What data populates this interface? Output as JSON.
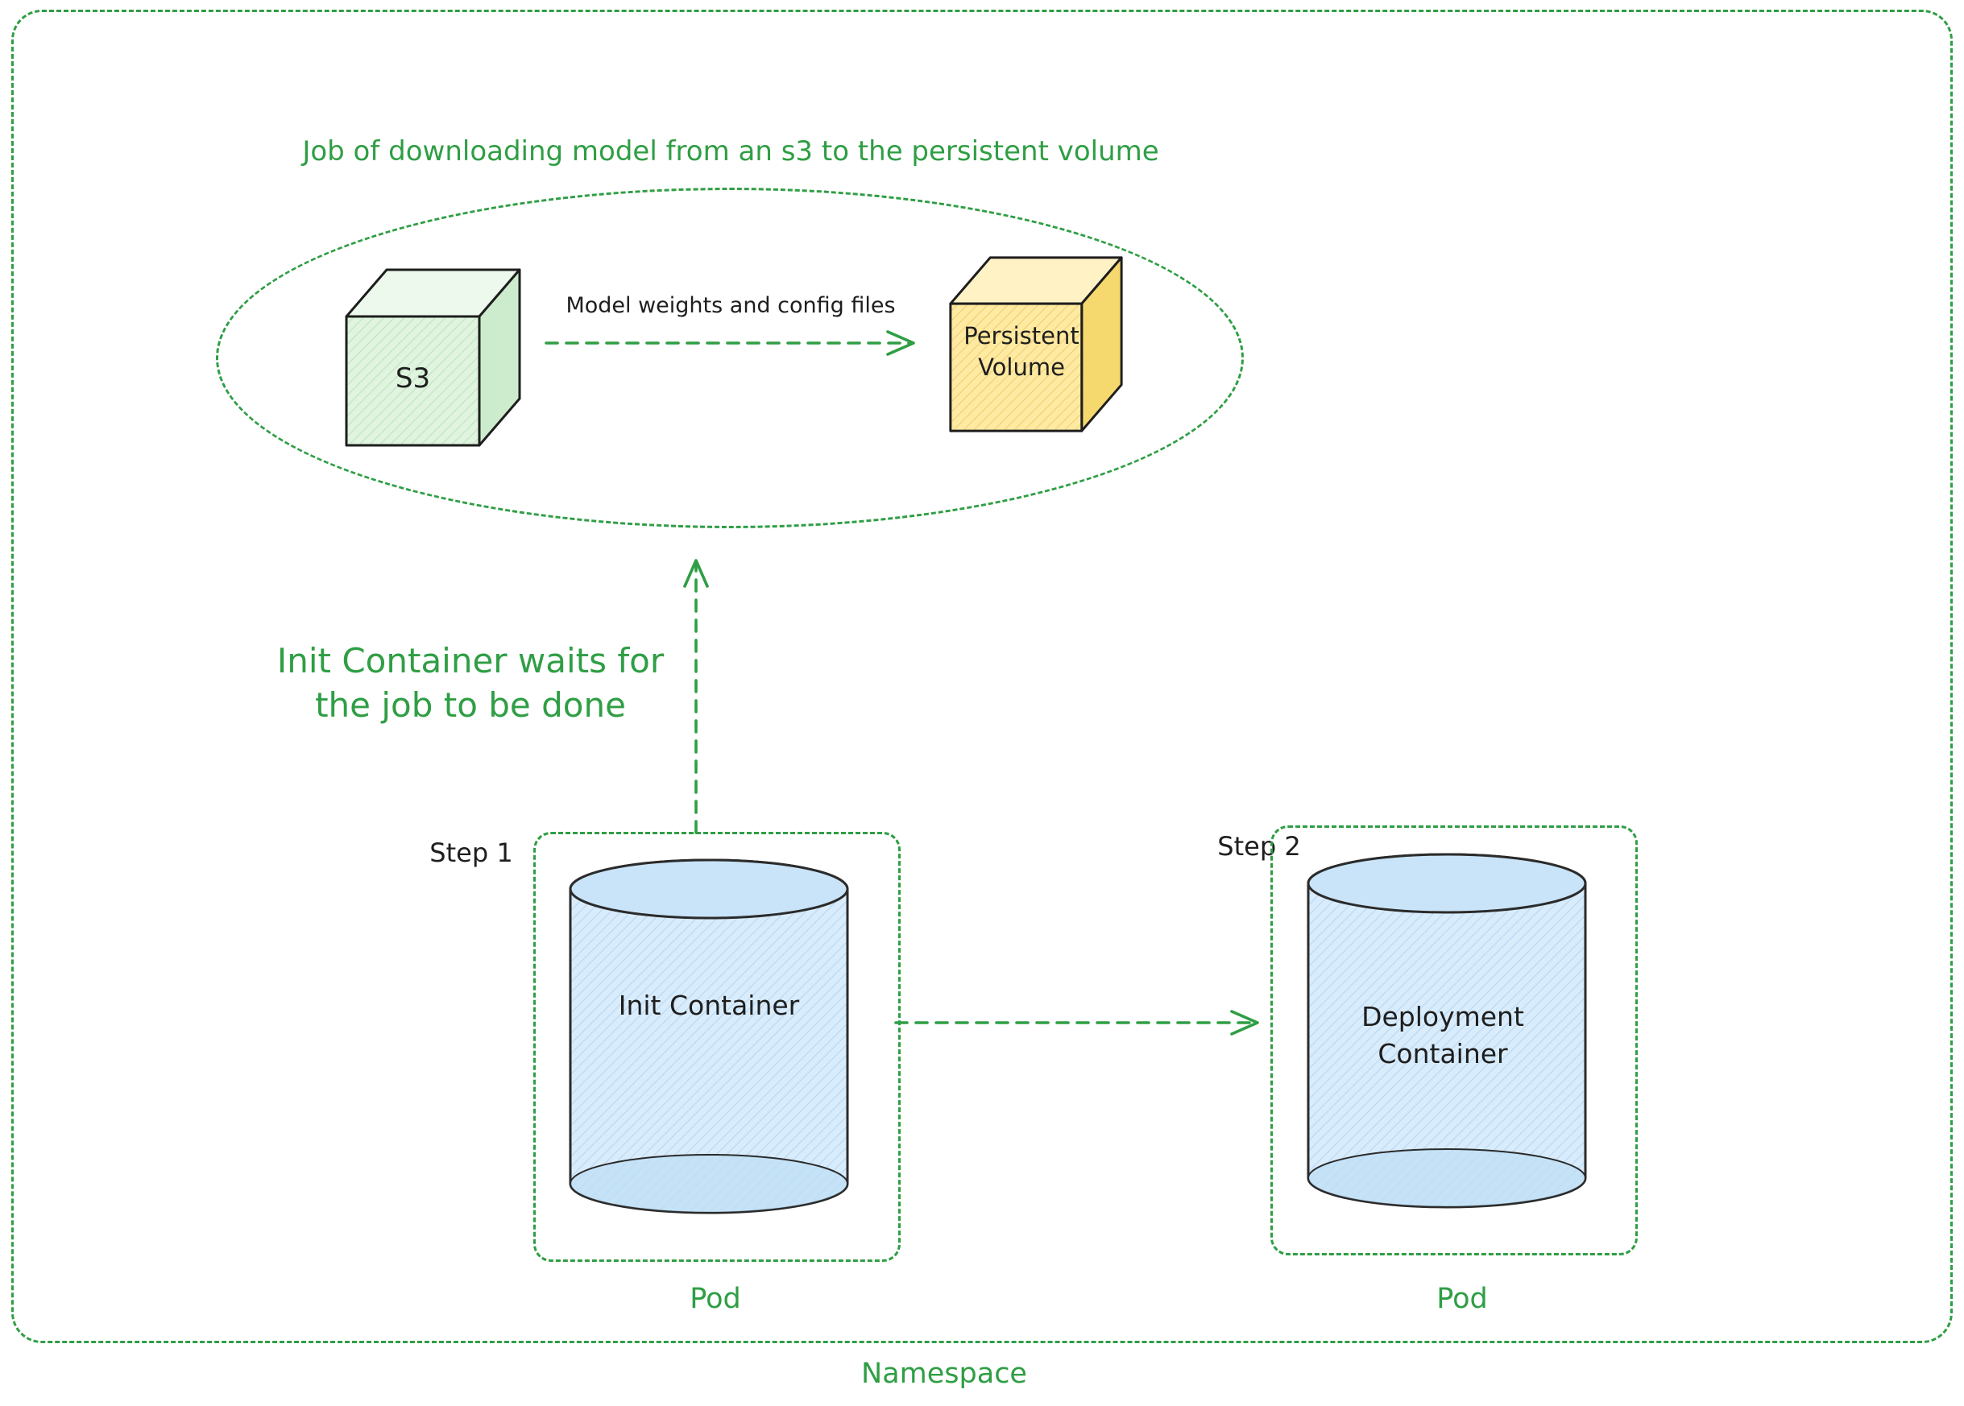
{
  "colors": {
    "accent_green": "#2f9e44",
    "ink": "#1e1e1e",
    "s3_cube_fill": "#e0f4e0",
    "persistent_volume_fill": "#ffeaa2",
    "cylinder_fill": "#d9ecfc"
  },
  "namespace": {
    "label": "Namespace"
  },
  "job_group": {
    "title": "Job of downloading model from an s3 to the persistent volume",
    "s3_label": "S3",
    "arrow_label": "Model weights and config files",
    "persistent_volume_label": "Persistent Volume"
  },
  "wait_note": {
    "line1": "Init Container waits for",
    "line2": "the job to be done"
  },
  "step1": {
    "label": "Step 1",
    "container_label": "Init Container",
    "pod_label": "Pod"
  },
  "step2": {
    "label": "Step 2",
    "container_label": "Deployment Container",
    "pod_label": "Pod"
  }
}
